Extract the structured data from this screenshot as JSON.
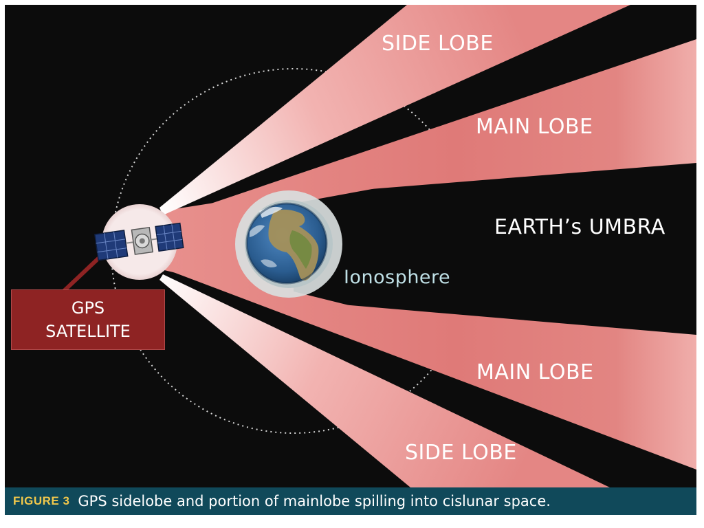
{
  "figure": {
    "labels": {
      "side_lobe_top": "SIDE LOBE",
      "main_lobe_top": "MAIN LOBE",
      "umbra": "EARTH’s UMBRA",
      "ionosphere": "Ionosphere",
      "main_lobe_bottom": "MAIN LOBE",
      "side_lobe_bottom": "SIDE LOBE"
    },
    "satellite_label": {
      "line1": "GPS",
      "line2": "SATELLITE"
    },
    "colors": {
      "background": "#0c0c0c",
      "lobe": "#e07a78",
      "satellite_box": "#8e2323",
      "caption_bar": "#10495a",
      "figure_number": "#f2c84b"
    }
  },
  "caption": {
    "number": "FIGURE 3",
    "text": "GPS sidelobe and portion of mainlobe spilling into cislunar space."
  }
}
